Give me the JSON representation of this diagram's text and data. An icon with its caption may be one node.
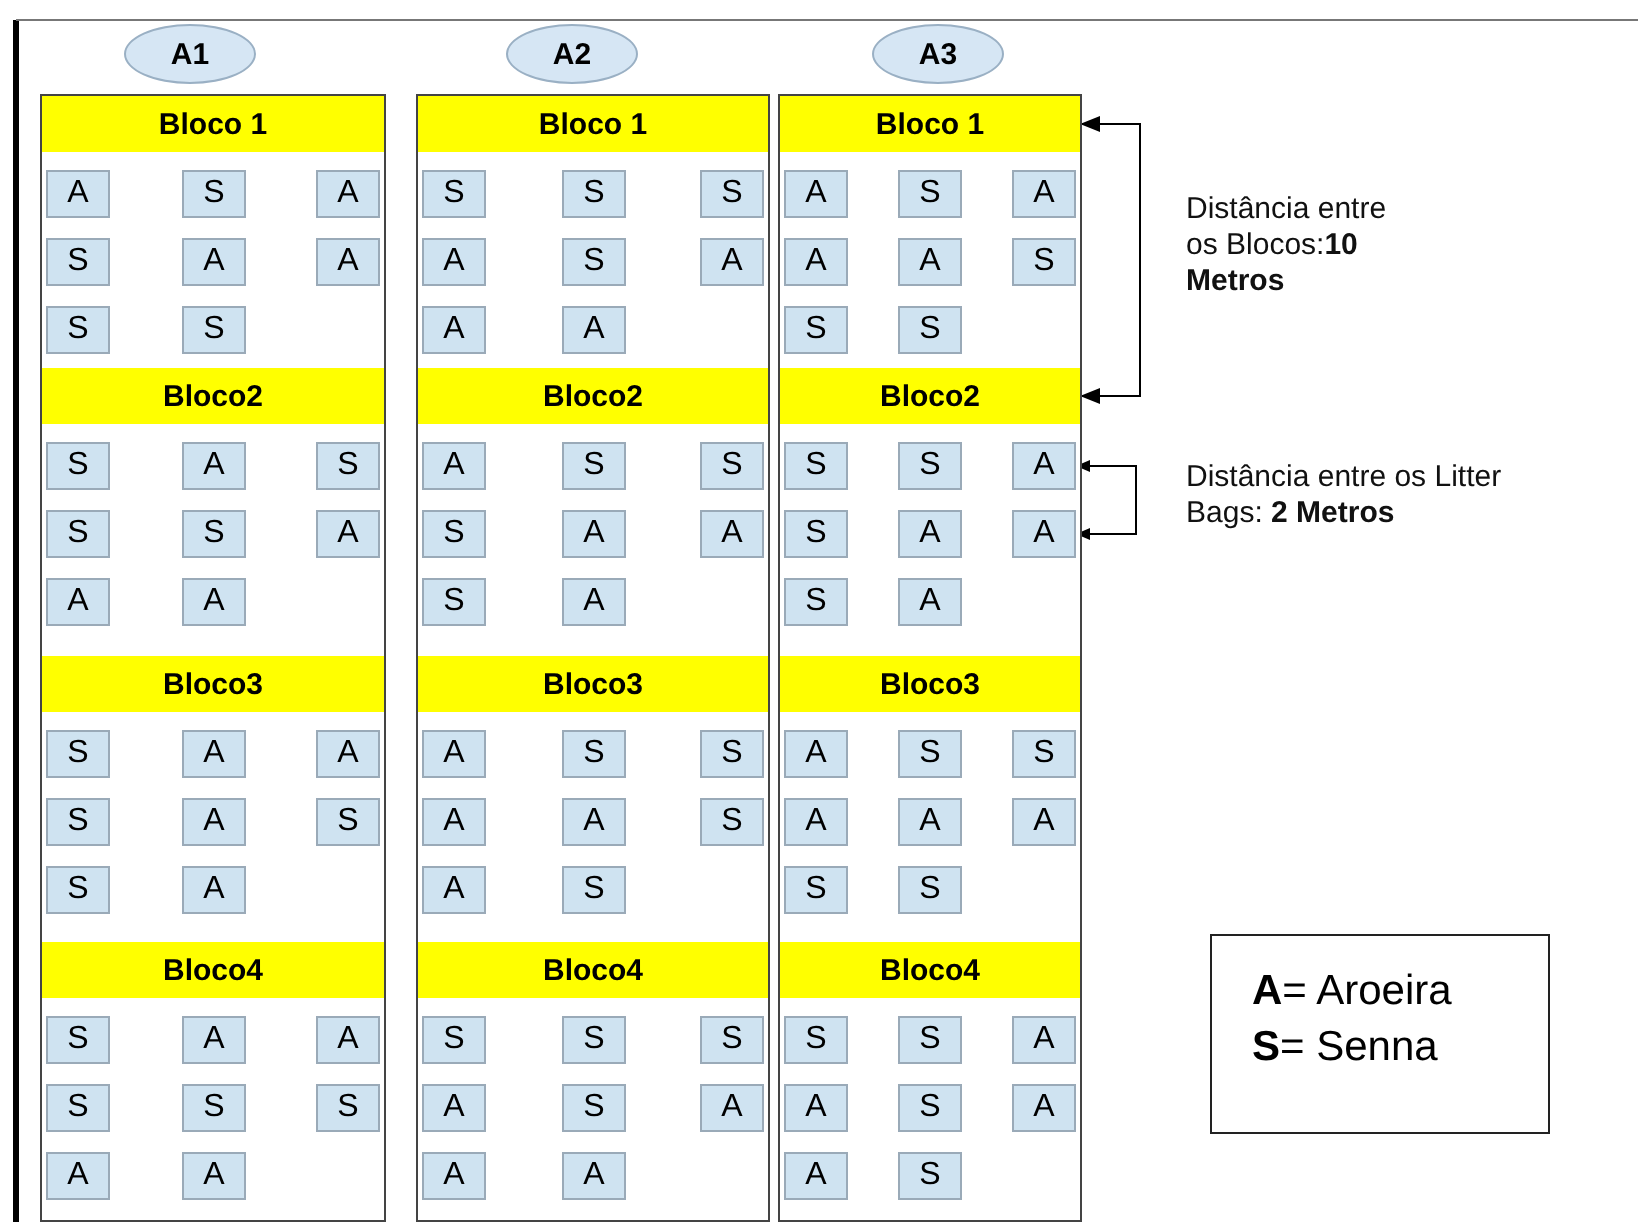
{
  "diagram": {
    "nodes": [
      {
        "text": [
          "A1"
        ]
      },
      {
        "text": [],
        "shape": "box"
      },
      {
        "text": [
          "Bloco 1"
        ],
        "in": 1
      },
      {
        "text": [
          "A"
        ],
        "in": 1
      },
      {
        "text": [
          "S"
        ],
        "in": 1
      },
      {
        "text": [
          "A"
        ],
        "in": 1
      },
      {
        "text": [
          "S"
        ],
        "in": 1
      },
      {
        "text": [
          "A"
        ],
        "in": 1
      },
      {
        "text": [
          "A"
        ],
        "in": 1
      },
      {
        "text": [
          "S"
        ],
        "in": 1
      },
      {
        "text": [
          "S"
        ],
        "in": 1
      },
      {
        "text": [
          "Bloco2"
        ],
        "in": 1
      },
      {
        "text": [
          "S"
        ],
        "in": 1
      },
      {
        "text": [
          "A"
        ],
        "in": 1
      },
      {
        "text": [
          "S"
        ],
        "in": 1
      },
      {
        "text": [
          "S"
        ],
        "in": 1
      },
      {
        "text": [
          "S"
        ],
        "in": 1
      },
      {
        "text": [
          "A"
        ],
        "in": 1
      },
      {
        "text": [
          "A"
        ],
        "in": 1
      },
      {
        "text": [
          "A"
        ],
        "in": 1
      },
      {
        "text": [
          "Bloco3"
        ],
        "in": 1
      },
      {
        "text": [
          "S"
        ],
        "in": 1
      },
      {
        "text": [
          "A"
        ],
        "in": 1
      },
      {
        "text": [
          "A"
        ],
        "in": 1
      },
      {
        "text": [
          "S"
        ],
        "in": 1
      },
      {
        "text": [
          "A"
        ],
        "in": 1
      },
      {
        "text": [
          "S"
        ],
        "in": 1
      },
      {
        "text": [
          "S"
        ],
        "in": 1
      },
      {
        "text": [
          "A"
        ],
        "in": 1
      },
      {
        "text": [
          "Bloco4"
        ],
        "in": 1
      },
      {
        "text": [
          "S"
        ],
        "in": 1
      },
      {
        "text": [
          "A"
        ],
        "in": 1
      },
      {
        "text": [
          "A"
        ],
        "in": 1
      },
      {
        "text": [
          "S"
        ],
        "in": 1
      },
      {
        "text": [
          "S"
        ],
        "in": 1
      },
      {
        "text": [
          "S"
        ],
        "in": 1
      },
      {
        "text": [
          "A"
        ],
        "in": 1
      },
      {
        "text": [
          "A"
        ],
        "in": 1
      },
      {
        "text": [
          "A2"
        ]
      },
      {
        "text": [],
        "shape": "box"
      },
      {
        "text": [
          "Bloco 1"
        ],
        "in": 39
      },
      {
        "text": [
          "S"
        ],
        "in": 39
      },
      {
        "text": [
          "S"
        ],
        "in": 39
      },
      {
        "text": [
          "S"
        ],
        "in": 39
      },
      {
        "text": [
          "A"
        ],
        "in": 39
      },
      {
        "text": [
          "S"
        ],
        "in": 39
      },
      {
        "text": [
          "A"
        ],
        "in": 39
      },
      {
        "text": [
          "A"
        ],
        "in": 39
      },
      {
        "text": [
          "A"
        ],
        "in": 39
      },
      {
        "text": [
          "Bloco2"
        ],
        "in": 39
      },
      {
        "text": [
          "A"
        ],
        "in": 39
      },
      {
        "text": [
          "S"
        ],
        "in": 39
      },
      {
        "text": [
          "S"
        ],
        "in": 39
      },
      {
        "text": [
          "S"
        ],
        "in": 39
      },
      {
        "text": [
          "A"
        ],
        "in": 39
      },
      {
        "text": [
          "A"
        ],
        "in": 39
      },
      {
        "text": [
          "S"
        ],
        "in": 39
      },
      {
        "text": [
          "A"
        ],
        "in": 39
      },
      {
        "text": [
          "Bloco3"
        ],
        "in": 39
      },
      {
        "text": [
          "A"
        ],
        "in": 39
      },
      {
        "text": [
          "S"
        ],
        "in": 39
      },
      {
        "text": [
          "S"
        ],
        "in": 39
      },
      {
        "text": [
          "A"
        ],
        "in": 39
      },
      {
        "text": [
          "A"
        ],
        "in": 39
      },
      {
        "text": [
          "S"
        ],
        "in": 39
      },
      {
        "text": [
          "A"
        ],
        "in": 39
      },
      {
        "text": [
          "S"
        ],
        "in": 39
      },
      {
        "text": [
          "Bloco4"
        ],
        "in": 39
      },
      {
        "text": [
          "S"
        ],
        "in": 39
      },
      {
        "text": [
          "S"
        ],
        "in": 39
      },
      {
        "text": [
          "S"
        ],
        "in": 39
      },
      {
        "text": [
          "A"
        ],
        "in": 39
      },
      {
        "text": [
          "S"
        ],
        "in": 39
      },
      {
        "text": [
          "A"
        ],
        "in": 39
      },
      {
        "text": [
          "A"
        ],
        "in": 39
      },
      {
        "text": [
          "A"
        ],
        "in": 39
      },
      {
        "text": [
          "A3"
        ]
      },
      {
        "text": [],
        "shape": "box"
      },
      {
        "text": [
          "Bloco 1"
        ],
        "in": 77
      },
      {
        "text": [
          "A"
        ],
        "in": 77
      },
      {
        "text": [
          "S"
        ],
        "in": 77
      },
      {
        "text": [
          "A"
        ],
        "in": 77
      },
      {
        "text": [
          "A"
        ],
        "in": 77
      },
      {
        "text": [
          "A"
        ],
        "in": 77
      },
      {
        "text": [
          "S"
        ],
        "in": 77
      },
      {
        "text": [
          "S"
        ],
        "in": 77
      },
      {
        "text": [
          "S"
        ],
        "in": 77
      },
      {
        "text": [
          "Bloco2"
        ],
        "in": 77
      },
      {
        "text": [
          "S"
        ],
        "in": 77
      },
      {
        "text": [
          "S"
        ],
        "in": 77
      },
      {
        "text": [
          "A"
        ],
        "in": 77
      },
      {
        "text": [
          "S"
        ],
        "in": 77
      },
      {
        "text": [
          "A"
        ],
        "in": 77
      },
      {
        "text": [
          "A"
        ],
        "in": 77
      },
      {
        "text": [
          "S"
        ],
        "in": 77
      },
      {
        "text": [
          "A"
        ],
        "in": 77
      },
      {
        "text": [
          "Bloco3"
        ],
        "in": 77
      },
      {
        "text": [
          "A"
        ],
        "in": 77
      },
      {
        "text": [
          "S"
        ],
        "in": 77
      },
      {
        "text": [
          "S"
        ],
        "in": 77
      },
      {
        "text": [
          "A"
        ],
        "in": 77
      },
      {
        "text": [
          "A"
        ],
        "in": 77
      },
      {
        "text": [
          "A"
        ],
        "in": 77
      },
      {
        "text": [
          "S"
        ],
        "in": 77
      },
      {
        "text": [
          "S"
        ],
        "in": 77
      },
      {
        "text": [
          "Bloco4"
        ],
        "in": 77
      },
      {
        "text": [
          "S"
        ],
        "in": 77
      },
      {
        "text": [
          "S"
        ],
        "in": 77
      },
      {
        "text": [
          "A"
        ],
        "in": 77
      },
      {
        "text": [
          "A"
        ],
        "in": 77
      },
      {
        "text": [
          "S"
        ],
        "in": 77
      },
      {
        "text": [
          "A"
        ],
        "in": 77
      },
      {
        "text": [
          "A"
        ],
        "in": 77
      },
      {
        "text": [
          "S"
        ],
        "in": 77
      }
    ],
    "edges": [
      {
        "from": 78,
        "to": 87,
        "arrow": "both"
      },
      {
        "from": 90,
        "to": 93,
        "arrow": "both"
      }
    ],
    "labels": [
      "Distância entre os Blocos:**10 Metros**",
      "Distância entre os Litter Bags: **2 Metros**"
    ],
    "legend": [
      {
        "text": "**A**= Aroeira"
      },
      {
        "text": "**S**= Senna"
      }
    ]
  }
}
